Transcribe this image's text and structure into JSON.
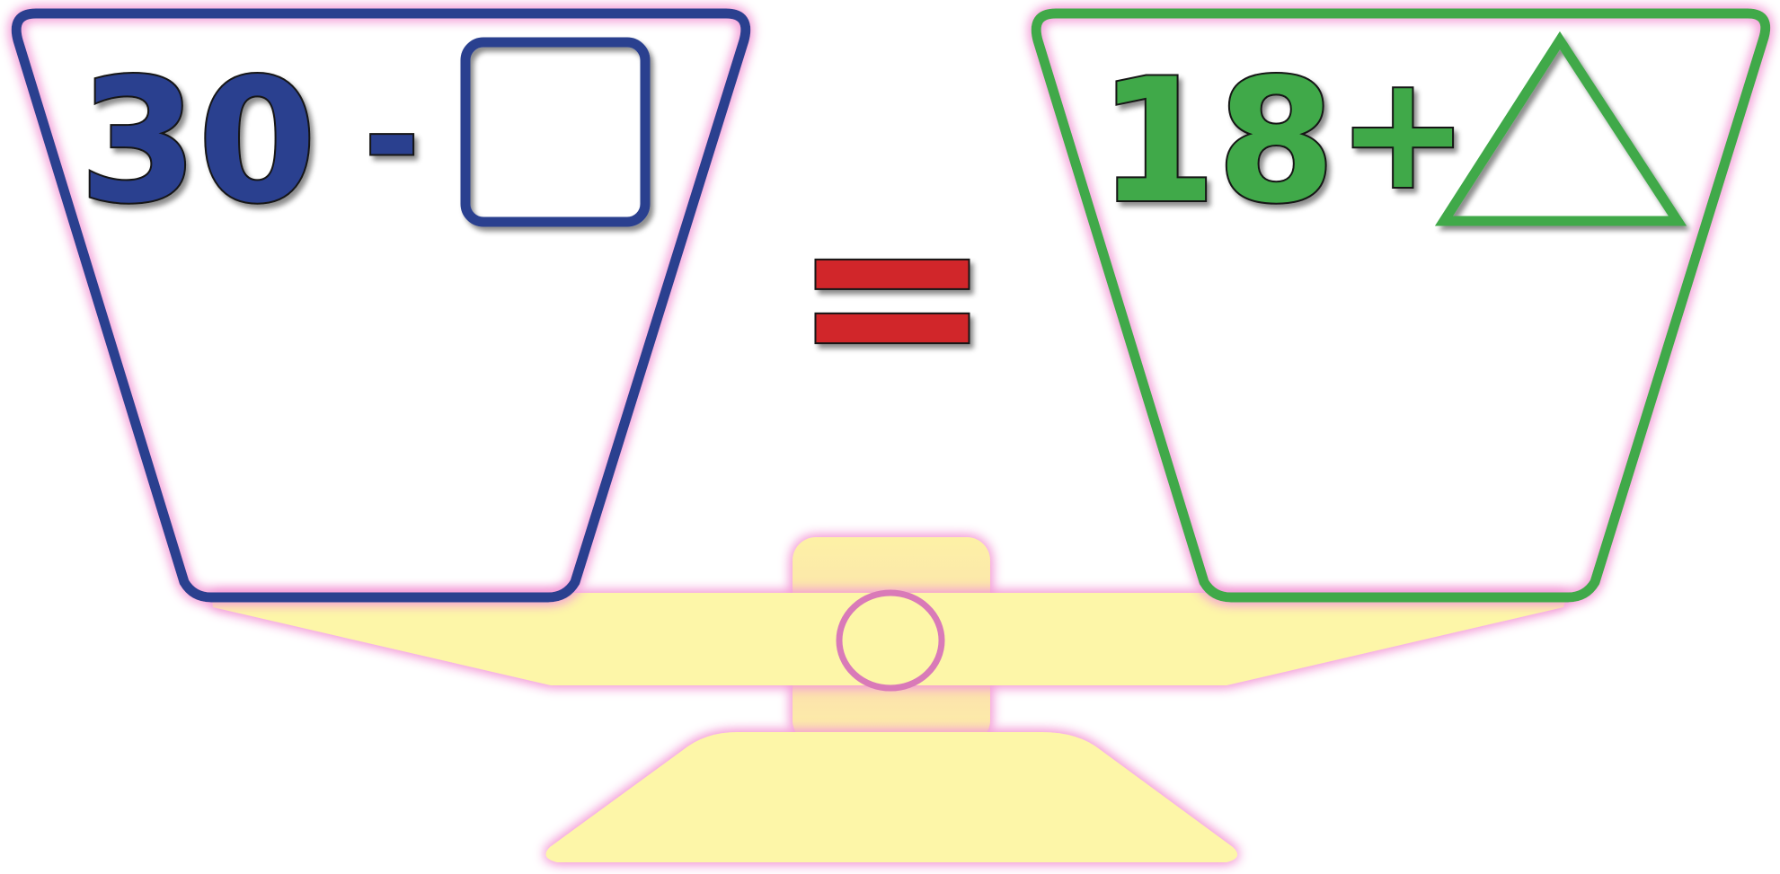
{
  "equation": {
    "left": {
      "number": "30",
      "operator": "-",
      "unknown_shape": "square",
      "color": "#2b3f8f"
    },
    "equals_symbol": "=",
    "equals_color": "#d1262b",
    "right": {
      "number": "18",
      "operator": "+",
      "unknown_shape": "triangle",
      "color": "#41a94a"
    }
  },
  "balance": {
    "beam_color": "#fdf6a8",
    "glow_color": "#f2a0d8",
    "pivot_color": "#d97ab8"
  }
}
